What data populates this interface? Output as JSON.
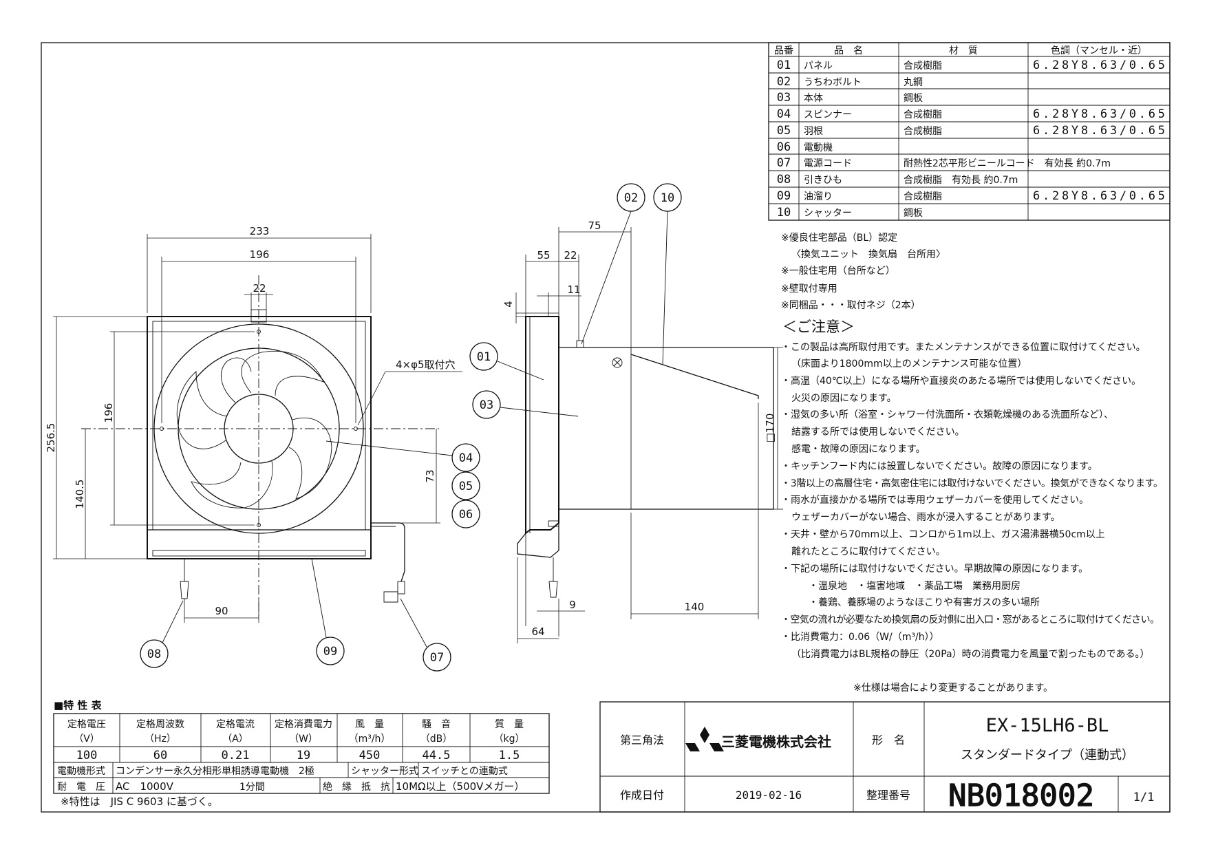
{
  "parts_table": {
    "headers": [
      "品番",
      "品　名",
      "材　質",
      "色調（マンセル・近）"
    ],
    "rows": [
      {
        "no": "01",
        "name": "パネル",
        "material": "合成樹脂",
        "color": "6.28Y8.63/0.65"
      },
      {
        "no": "02",
        "name": "うちわボルト",
        "material": "丸鋼",
        "color": ""
      },
      {
        "no": "03",
        "name": "本体",
        "material": "鋼板",
        "color": ""
      },
      {
        "no": "04",
        "name": "スピンナー",
        "material": "合成樹脂",
        "color": "6.28Y8.63/0.65"
      },
      {
        "no": "05",
        "name": "羽根",
        "material": "合成樹脂",
        "color": "6.28Y8.63/0.65"
      },
      {
        "no": "06",
        "name": "電動機",
        "material": "",
        "color": ""
      },
      {
        "no": "07",
        "name": "電源コード",
        "material": "耐熱性2芯平形ビニールコード　有効長 約0.7m",
        "color": ""
      },
      {
        "no": "08",
        "name": "引きひも",
        "material": "合成樹脂　有効長 約0.7m",
        "color": ""
      },
      {
        "no": "09",
        "name": "油溜り",
        "material": "合成樹脂",
        "color": "6.28Y8.63/0.65"
      },
      {
        "no": "10",
        "name": "シャッター",
        "material": "鋼板",
        "color": ""
      }
    ]
  },
  "notes": [
    "※優良住宅部品（BL）認定",
    "〈換気ユニット　換気扇　台所用〉",
    "※一般住宅用（台所など）",
    "※壁取付専用",
    "※同梱品・・・取付ネジ（2本）"
  ],
  "caution_title": "＜ご注意＞",
  "caution_lines": [
    "・この製品は高所取付用です。またメンテナンスができる位置に取付けてください。",
    "（床面より1800mm以上のメンテナンス可能な位置）",
    "・高温（40℃以上）になる場所や直接炎のあたる場所では使用しないでください。",
    "火災の原因になります。",
    "・湿気の多い所（浴室・シャワー付洗面所・衣類乾燥機のある洗面所など）、",
    "結露する所では使用しないでください。",
    "感電・故障の原因になります。",
    "・キッチンフード内には設置しないでください。故障の原因になります。",
    "・3階以上の高層住宅・高気密住宅には取付けないでください。換気ができなくなります。",
    "・雨水が直接かかる場所では専用ウェザーカバーを使用してください。",
    "ウェザーカバーがない場合、雨水が浸入することがあります。",
    "・天井・壁から70mm以上、コンロから1m以上、ガス湯沸器横50cm以上",
    "離れたところに取付けてください。",
    "・下記の場所には取付けないでください。早期故障の原因になります。",
    "・温泉地　・塩害地域　・薬品工場　業務用厨房",
    "・養鶏、養豚場のようなほこりや有害ガスの多い場所",
    "・空気の流れが必要なため換気扇の反対側に出入口・窓があるところに取付けてください。",
    "・比消費電力：0.06（W/（m³/h））",
    "（比消費電力はBL規格の静圧（20Pa）時の消費電力を風量で割ったものである。）"
  ],
  "spec_change_note": "※仕様は場合により変更することがあります。",
  "characteristics": {
    "title": "■特 性 表",
    "headers": [
      "定格電圧",
      "定格周波数",
      "定格電流",
      "定格消費電力",
      "風　量",
      "騒　音",
      "質　量"
    ],
    "units": [
      "（V）",
      "（Hz）",
      "（A）",
      "（W）",
      "（m³/h）",
      "（dB）",
      "（kg）"
    ],
    "values": [
      "100",
      "60",
      "0.21",
      "19",
      "450",
      "44.5",
      "1.5"
    ],
    "motor_label": "電動機形式",
    "motor_value": "コンデンサー永久分相形単相誘導電動機　2極",
    "shutter_label": "シャッター形式",
    "shutter_value": "スイッチとの連動式",
    "withstand_label": "耐　電　圧",
    "withstand_value": "AC　1000V",
    "withstand_time": "1分間",
    "insulation_label": "絶　縁　抵　抗",
    "insulation_value": "10MΩ以上（500Vメガー）",
    "footnote": "※特性は　JIS C 9603 に基づく。"
  },
  "title_block": {
    "projection": "第三角法",
    "company": "三菱電機株式会社",
    "model_label": "形　名",
    "model": "EX-15LH6-BL",
    "model_sub": "スタンダードタイプ（連動式）",
    "date_label": "作成日付",
    "date": "2019-02-16",
    "doc_no_label": "整理番号",
    "doc_no": "NB018002",
    "sheet": "1/1"
  },
  "drawing_labels": {
    "dim_233": "233",
    "dim_196_top": "196",
    "dim_22_top": "22",
    "dim_196_left": "196",
    "dim_256_5": "256.5",
    "dim_140_5": "140.5",
    "dim_73": "73",
    "dim_90": "90",
    "mounting_hole": "4×φ5取付穴",
    "dim_75": "75",
    "dim_55": "55",
    "dim_22_side": "22",
    "dim_11": "11",
    "dim_4": "4",
    "dim_170": "□170",
    "dim_9": "9",
    "dim_64": "64",
    "dim_140": "140"
  },
  "callouts": [
    "01",
    "02",
    "03",
    "04",
    "05",
    "06",
    "07",
    "08",
    "09",
    "10"
  ]
}
